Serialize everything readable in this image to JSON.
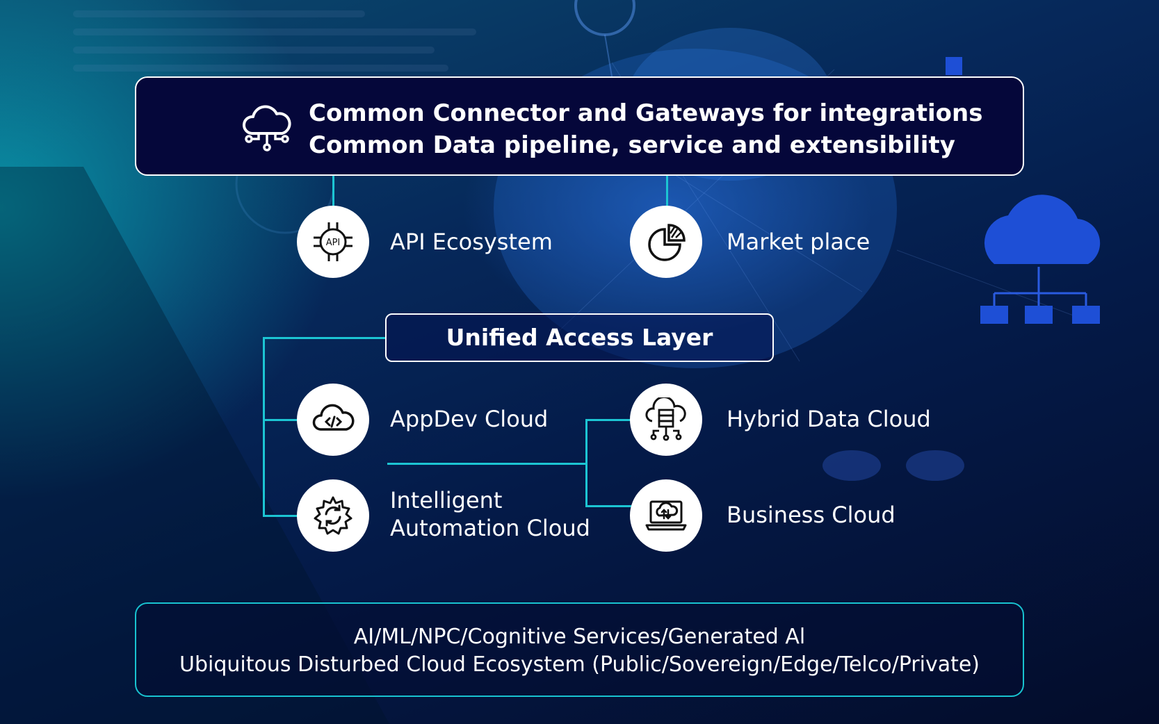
{
  "top_box": {
    "line1": "Common Connector and Gateways for integrations",
    "line2": "Common Data pipeline, service and extensibility"
  },
  "nodes": {
    "api": "API Ecosystem",
    "market": "Market place",
    "appdev": "AppDev Cloud",
    "hybrid": "Hybrid Data Cloud",
    "automation_line1": "Intelligent",
    "automation_line2": "Automation Cloud",
    "business": "Business Cloud"
  },
  "unified_layer": "Unified Access Layer",
  "bottom_box": {
    "line1": "AI/ML/NPC/Cognitive Services/Generated Al",
    "line2": "Ubiquitous Disturbed Cloud Ecosystem (Public/Sovereign/Edge/Telco/Private)"
  },
  "colors": {
    "accent": "#1cc5d3",
    "box_fill": "#05073a",
    "node_fill": "#ffffff"
  }
}
